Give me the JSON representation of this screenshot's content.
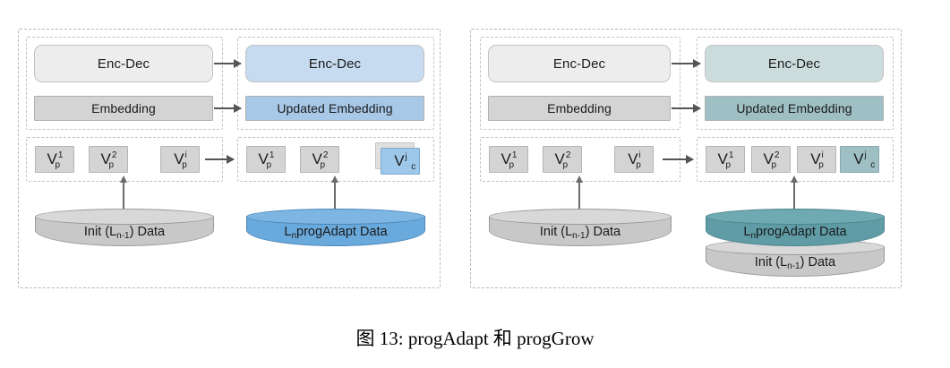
{
  "caption": "图 13: progAdapt 和 progGrow",
  "panels": [
    {
      "id": "progadapt",
      "accent": "#6aa9dc",
      "source": {
        "encdec_label": "Enc-Dec",
        "embedding_label": "Embedding",
        "tokens": [
          {
            "base": "V",
            "sub": "p",
            "sup": "1"
          },
          {
            "base": "V",
            "sub": "p",
            "sup": "2"
          },
          {
            "base": "V",
            "sub": "p",
            "sup": "i"
          }
        ],
        "datastores": [
          {
            "prefix": "Init (L",
            "sub": "n-1",
            "suffix": ") Data",
            "style": "gray"
          }
        ]
      },
      "target": {
        "encdec_label": "Enc-Dec",
        "embedding_label": "Updated Embedding",
        "tokens": [
          {
            "base": "V",
            "sub": "p",
            "sup": "1"
          },
          {
            "base": "V",
            "sub": "p",
            "sup": "2"
          },
          {
            "base": "V",
            "sub": "c",
            "sup": "j",
            "style": "blue",
            "stacked": true
          }
        ],
        "datastores": [
          {
            "prefix": "L",
            "sub": "n",
            "suffix": " progAdapt Data",
            "style": "blue"
          }
        ]
      }
    },
    {
      "id": "proggrow",
      "accent": "#5f9ca6",
      "source": {
        "encdec_label": "Enc-Dec",
        "embedding_label": "Embedding",
        "tokens": [
          {
            "base": "V",
            "sub": "p",
            "sup": "1"
          },
          {
            "base": "V",
            "sub": "p",
            "sup": "2"
          },
          {
            "base": "V",
            "sub": "p",
            "sup": "i"
          }
        ],
        "datastores": [
          {
            "prefix": "Init (L",
            "sub": "n-1",
            "suffix": ") Data",
            "style": "gray"
          }
        ]
      },
      "target": {
        "encdec_label": "Enc-Dec",
        "embedding_label": "Updated Embedding",
        "tokens": [
          {
            "base": "V",
            "sub": "p",
            "sup": "1"
          },
          {
            "base": "V",
            "sub": "p",
            "sup": "2"
          },
          {
            "base": "V",
            "sub": "p",
            "sup": "i"
          },
          {
            "base": "V",
            "sub": "c",
            "sup": "j",
            "style": "teal"
          }
        ],
        "datastores": [
          {
            "prefix": "L",
            "sub": "n",
            "suffix": " progAdapt Data",
            "style": "teal"
          },
          {
            "prefix": "Init (L",
            "sub": "n-1",
            "suffix": ") Data",
            "style": "gray"
          }
        ]
      }
    }
  ]
}
